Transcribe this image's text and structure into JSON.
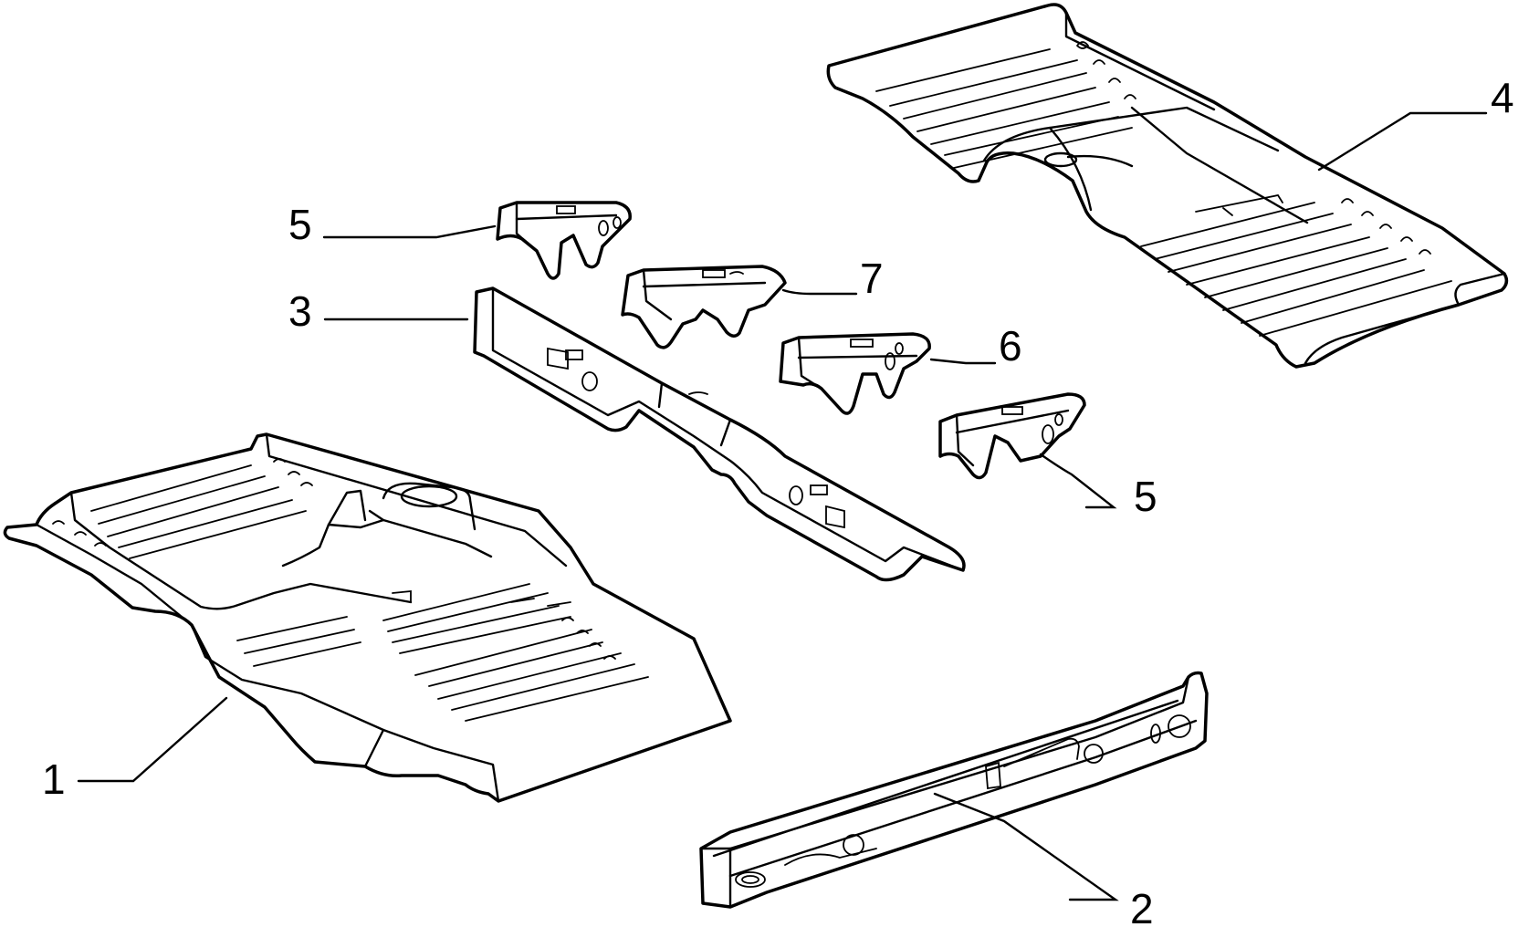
{
  "callouts": {
    "c1": "1",
    "c2": "2",
    "c3": "3",
    "c4": "4",
    "c5a": "5",
    "c5b": "5",
    "c6": "6",
    "c7": "7"
  },
  "colors": {
    "line": "#000000",
    "background": "#ffffff"
  }
}
